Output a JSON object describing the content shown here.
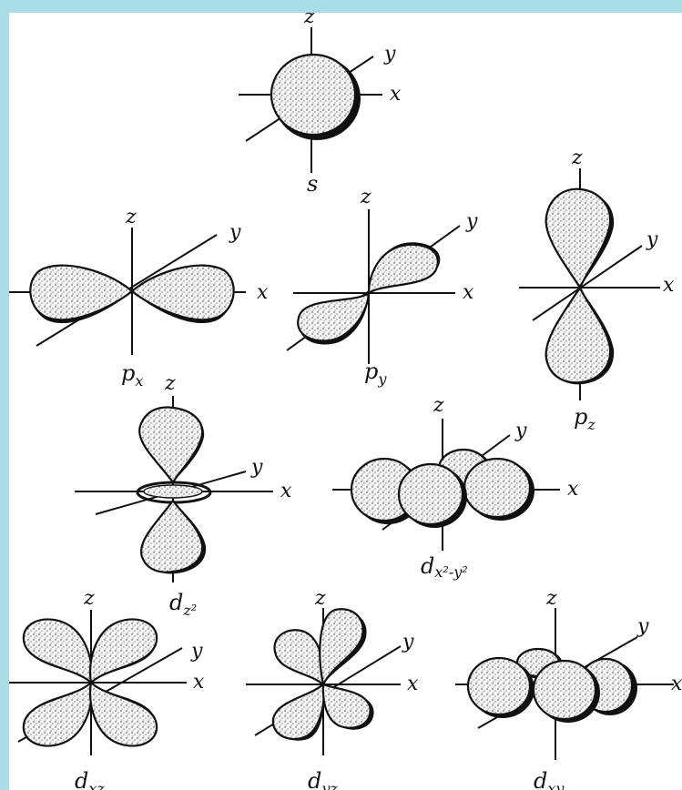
{
  "colors": {
    "background": "#a9dde6",
    "paper": "#ffffff",
    "ink": "#111111"
  },
  "axis_labels": {
    "x": "x",
    "y": "y",
    "z": "z"
  },
  "orbitals": {
    "s": {
      "label": "s"
    },
    "px": {
      "label": "p",
      "sub": "x"
    },
    "py": {
      "label": "p",
      "sub": "y"
    },
    "pz": {
      "label": "p",
      "sub": "z"
    },
    "dz2": {
      "label": "d",
      "sub": "z²"
    },
    "dx2y2": {
      "label": "d",
      "sub": "x²-y²"
    },
    "dxz": {
      "label": "d",
      "sub": "xz"
    },
    "dyz": {
      "label": "d",
      "sub": "yz"
    },
    "dxy": {
      "label": "d",
      "sub": "xy"
    }
  }
}
